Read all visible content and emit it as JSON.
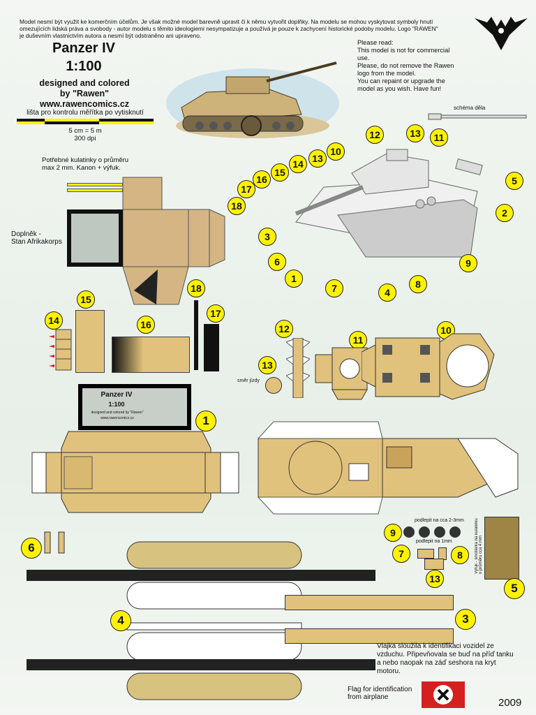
{
  "legal_text": "Model nesmí být využit ke komerčním účelům. Je však možné model barevně upravit či k němu vytvořit doplňky. Na modelu se mohou vyskytovat symboly hnutí omezujících lidská práva a svobody - autor modelu s těmito ideologiemi nesympatizuje a používá je pouze k zachycení historické podoby modelu. Logo \"RAWEN\" je duševním vlastnictvím autora a nesmí být odstraněno ani upraveno.",
  "title_line1": "Panzer IV",
  "title_line2": "1:100",
  "designed_line1": "designed and colored",
  "designed_line2": "by \"Rawen\"",
  "website": "www.rawencomics.cz",
  "scale_label": "lišta pro kontrolu měřítka po vytisknutí",
  "scale_cm": "5 cm = 5 m",
  "dpi": "300 dpi",
  "please_read": "Please read:\nThis model is not for commercial use.\nPlease, do not remove the Rawen logo from the model.\nYou can repaint or upgrade the model as you wish. Have fun!",
  "cannon_schema_label": "schéma děla",
  "wheels_note": "Potřebné kulatinky o průměru max 2 mm. Kanon + výfuk.",
  "stan_label": "Doplněk -\nStan Afrikakorps",
  "card_title": "Panzer IV",
  "card_scale": "1:100",
  "card_designed": "designed and colored by \"Rawen\"",
  "card_site": "www.rawencomics.cz",
  "direction_label": "směr jízdy",
  "glue_label_23mm": "podlepit na cca 2-3mm",
  "glue_label_1mm": "podlepit na 1mm",
  "exhaust_label": "Výfuk - smotávka na kulatinku o průměru cca 4 mm",
  "flag_note_cz": "Vlajka sloužila k identifikaci vozidel ze vzduchu. Připevňovala se buď na příď tanku a nebo naopak na záď seshora na kryt motoru.",
  "flag_note_en": "Flag for identification from airplane",
  "year": "2009",
  "diagram_numbers": [
    "12",
    "13",
    "11",
    "10",
    "14",
    "13",
    "15",
    "16",
    "17",
    "18",
    "5",
    "2",
    "3",
    "6",
    "1",
    "7",
    "4",
    "8",
    "9"
  ],
  "part_numbers": {
    "p14": "14",
    "p15": "15",
    "p16": "16",
    "p18": "18",
    "p17": "17",
    "p12": "12",
    "p11": "11",
    "p10": "10",
    "p13": "13",
    "p1": "1",
    "p2": "2",
    "p6": "6",
    "p9": "9",
    "p7": "7",
    "p8": "8",
    "p13b": "13",
    "p5": "5",
    "p4": "4",
    "p3": "3"
  },
  "colors": {
    "tan": "#e1c27c",
    "yellow": "#fff200",
    "black": "#111111",
    "red": "#d62020"
  }
}
